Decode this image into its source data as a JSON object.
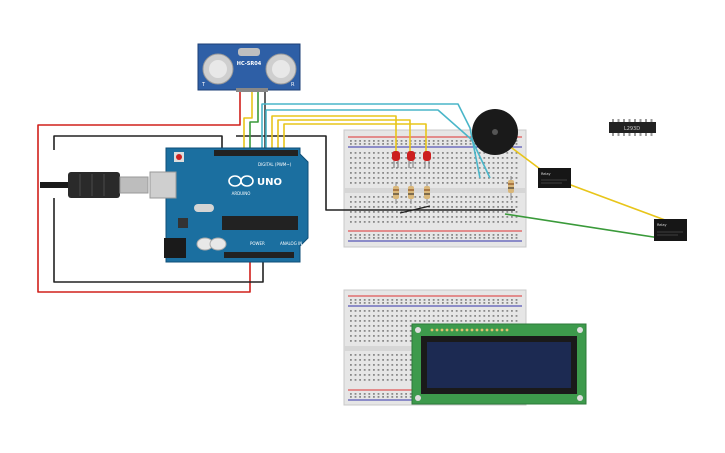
{
  "sensor": {
    "model": "HC-SR04",
    "left_mark": "T",
    "right_mark": "R"
  },
  "arduino": {
    "uno": "UNO",
    "brand": "ARDUINO",
    "digital": "DIGITAL (PWM~)",
    "power": "POWER",
    "analog": "ANALOG IN"
  },
  "ic_chip": {
    "label": "L293D"
  },
  "relay_a": {
    "label": "Relay"
  },
  "relay_b": {
    "label": "Relay"
  },
  "colors": {
    "arduino_blue": "#1b6fa0",
    "wire_red": "#d0201c",
    "wire_black": "#222222",
    "wire_yellow": "#e8c51a",
    "wire_cyan": "#4ab6c9",
    "wire_green": "#3a9a3a",
    "led_red": "#cc1f1f",
    "lcd_board": "#3d9a4c",
    "lcd_screen": "#1c2a52"
  },
  "icons": [
    "usb-cable-icon",
    "ultrasonic-eye-icon",
    "buzzer-icon",
    "led-icon",
    "resistor-icon"
  ]
}
